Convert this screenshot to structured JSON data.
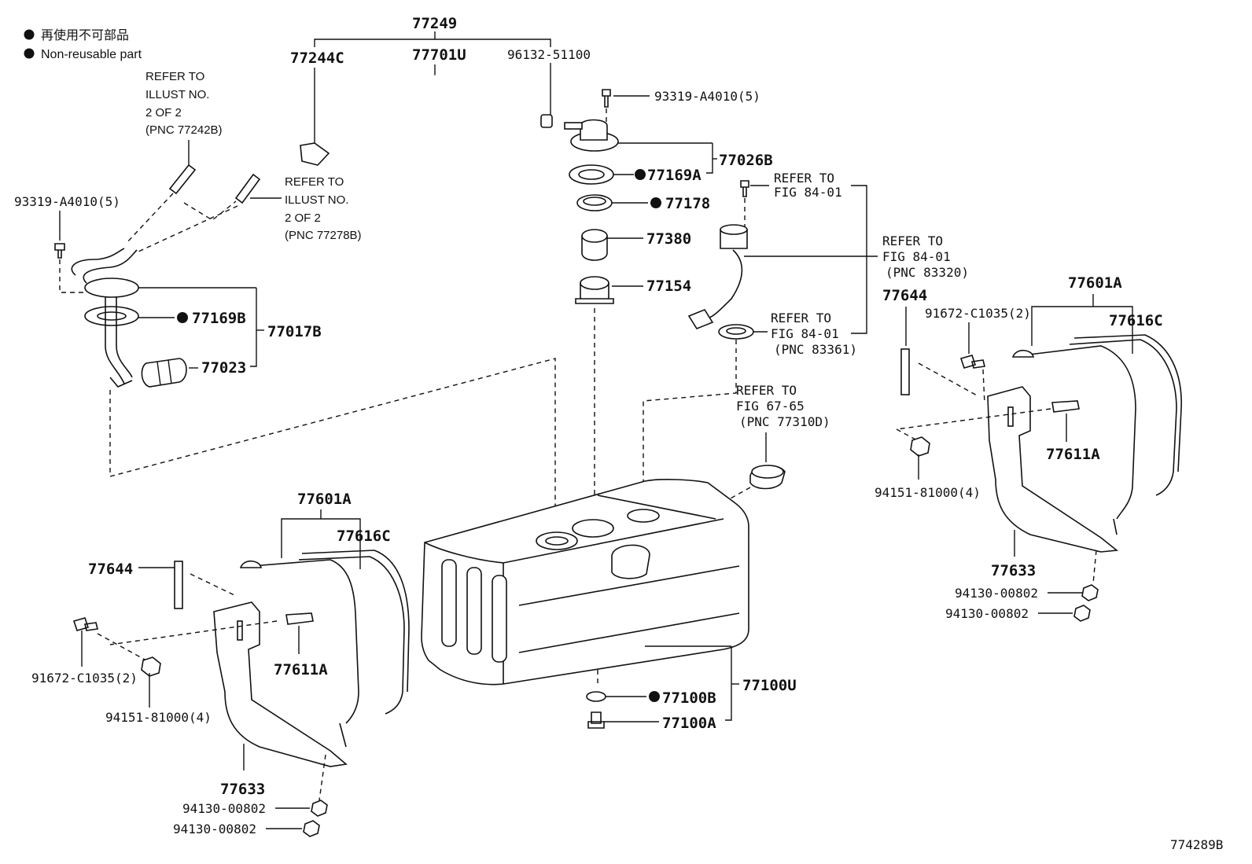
{
  "legend": {
    "nonreusable_jp": "再使用不可部品",
    "nonreusable_en": "Non-reusable part"
  },
  "parts": {
    "p77249": "77249",
    "p77244C": "77244C",
    "p77701U": "77701U",
    "p96132": "96132-51100",
    "p93319_top": "93319-A4010(5)",
    "p93319_left": "93319-A4010(5)",
    "p77026B": "77026B",
    "p77169A": "77169A",
    "p77178": "77178",
    "p77380": "77380",
    "p77154": "77154",
    "p77169B": "77169B",
    "p77017B": "77017B",
    "p77023": "77023",
    "p77644_r": "77644",
    "p77601A_r": "77601A",
    "p91672_r": "91672-C1035(2)",
    "p77616C_r": "77616C",
    "p77611A_r": "77611A",
    "p94151_r": "94151-81000(4)",
    "p77633_r": "77633",
    "p94130_r1": "94130-00802",
    "p94130_r2": "94130-00802",
    "p77601A_l": "77601A",
    "p77616C_l": "77616C",
    "p77644_l": "77644",
    "p77611A_l": "77611A",
    "p91672_l": "91672-C1035(2)",
    "p94151_l": "94151-81000(4)",
    "p77633_l": "77633",
    "p94130_l1": "94130-00802",
    "p94130_l2": "94130-00802",
    "p77100U": "77100U",
    "p77100B": "77100B",
    "p77100A": "77100A"
  },
  "refs": {
    "illust_a": [
      "REFER TO",
      "ILLUST NO.",
      "2 OF 2",
      "(PNC 77242B)"
    ],
    "illust_b": [
      "REFER TO",
      "ILLUST NO.",
      "2 OF 2",
      "(PNC 77278B)"
    ],
    "fig84_a": [
      "REFER TO",
      "FIG 84-01"
    ],
    "fig84_b": [
      "REFER TO",
      "FIG 84-01",
      "(PNC 83320)"
    ],
    "fig84_c": [
      "REFER TO",
      "FIG 84-01",
      "(PNC 83361)"
    ],
    "fig67": [
      "REFER TO",
      "FIG 67-65",
      "(PNC 77310D)"
    ]
  },
  "illustration_id": "774289B"
}
